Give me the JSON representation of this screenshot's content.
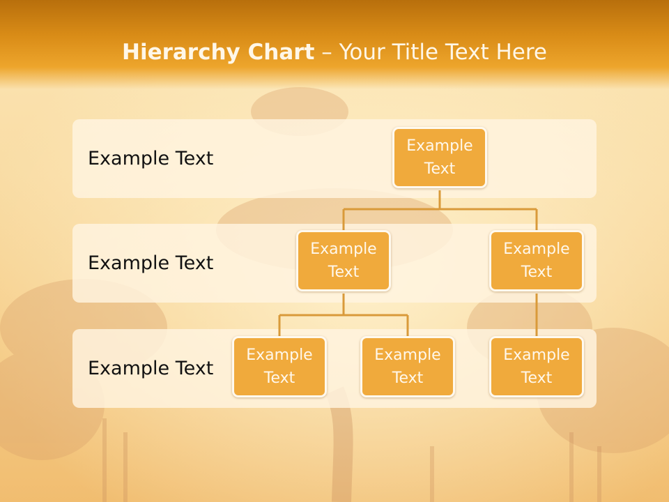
{
  "title": {
    "bold": "Hierarchy Chart",
    "separator": " – ",
    "rest": "Your Title Text Here"
  },
  "levels": [
    {
      "label": "Example Text"
    },
    {
      "label": "Example Text"
    },
    {
      "label": "Example Text"
    }
  ],
  "nodes": {
    "root": "Example Text",
    "l2_left": "Example Text",
    "l2_right": "Example Text",
    "l3_a": "Example Text",
    "l3_b": "Example Text",
    "l3_c": "Example Text"
  },
  "colors": {
    "header": "#e39a22",
    "node_fill": "#f0aa3c",
    "node_border": "#fff9ee",
    "connector": "#d99a3a",
    "band": "#fff4e0"
  }
}
